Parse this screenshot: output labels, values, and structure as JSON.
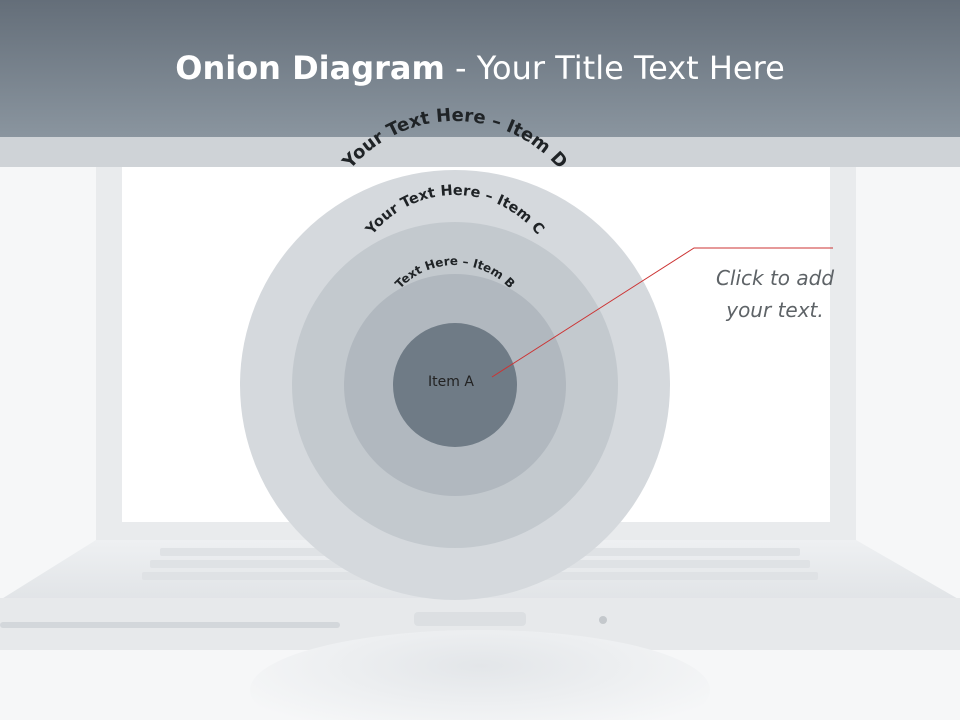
{
  "slide": {
    "title_bold": "Onion Diagram",
    "title_rest": " - Your Title Text Here"
  },
  "diagram": {
    "layers": [
      {
        "label": "Item A",
        "color": "#6f7b86"
      },
      {
        "label": "Text Here – Item B",
        "color": "#b1b8bf"
      },
      {
        "label": "Your Text Here – Item C",
        "color": "#c3c9ce"
      },
      {
        "label": "Your Text Here – Item D",
        "color": "#d5d9dd"
      }
    ],
    "callout_line1": "Click  to add",
    "callout_line2": "your text.",
    "callout_color": "#cc3333"
  }
}
